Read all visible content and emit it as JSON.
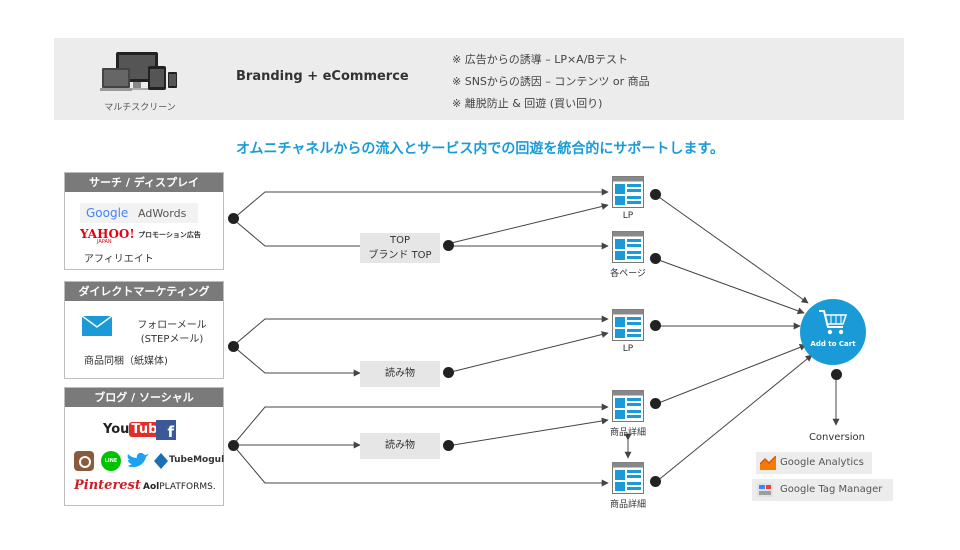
{
  "header": {
    "device_caption": "マルチスクリーン",
    "center_title": "Branding + eCommerce",
    "bullets": [
      "※ 広告からの誘導 – LP×A/Bテスト",
      "※ SNSからの誘因 – コンテンツ or 商品",
      "※ 離脱防止 & 回遊 (買い回り)"
    ]
  },
  "headline": "オムニチャネルからの流入とサービス内での回遊を統合的にサポートします。",
  "panels": {
    "search": {
      "title": "サーチ / ディスプレイ",
      "google": "Google",
      "adwords": "AdWords",
      "yahoo": "YAHOO!",
      "yahoo_sub": "JAPAN",
      "yahoo_promo": "プロモーション広告",
      "affiliate": "アフィリエイト"
    },
    "direct": {
      "title": "ダイレクトマーケティング",
      "follow_line1": "フォローメール",
      "follow_line2": "(STEPメール)",
      "insert": "商品同梱（紙媒体)"
    },
    "social": {
      "title": "ブログ / ソーシャル",
      "youtube_you": "You",
      "youtube_tube": "Tube",
      "facebook": "f",
      "line": "LINE",
      "tubemogul": "TubeMogul",
      "pinterest": "Pinterest",
      "aol": "Aol",
      "aol_platforms": "PLATFORMS."
    }
  },
  "mid": {
    "top_line1": "TOP",
    "top_line2": "ブランド TOP",
    "read1": "読み物",
    "read2": "読み物"
  },
  "nodes": {
    "lp1": "LP",
    "each_page": "各ページ",
    "lp2": "LP",
    "detail1": "商品詳細",
    "detail2": "商品詳細"
  },
  "cart": {
    "label": "Add to Cart"
  },
  "conversion": {
    "label": "Conversion",
    "analytics": "Google Analytics",
    "tag_manager": "Google Tag Manager"
  },
  "colors": {
    "accent": "#1a9bd7",
    "panel_header": "#7a7a7a",
    "box_bg": "#e6e6e6"
  }
}
